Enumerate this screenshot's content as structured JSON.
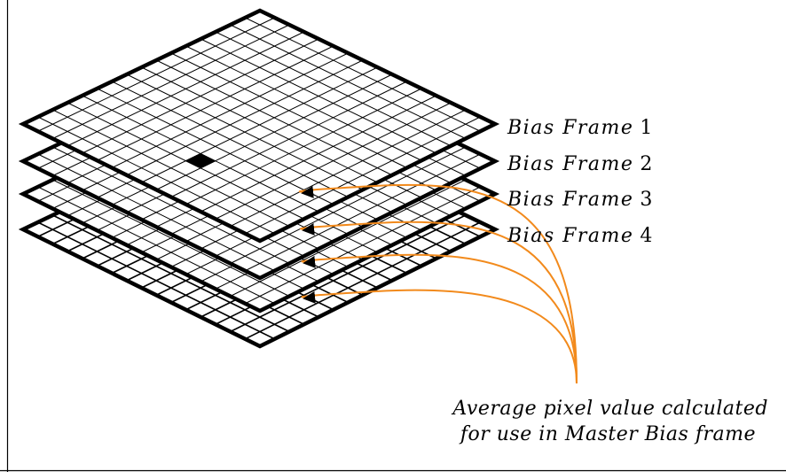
{
  "frames": [
    {
      "name": "Bias Frame",
      "number": "1"
    },
    {
      "name": "Bias Frame",
      "number": "2"
    },
    {
      "name": "Bias Frame",
      "number": "3"
    },
    {
      "name": "Bias Frame",
      "number": "4"
    }
  ],
  "caption": {
    "line1": "Average pixel value calculated",
    "line2": "for use in Master Bias frame"
  },
  "colors": {
    "arrow": "#f28a1c",
    "frame_stroke": "#000000",
    "grid_stroke": "#000000",
    "highlight_pixel": "#000000"
  },
  "grid_cells": 16
}
